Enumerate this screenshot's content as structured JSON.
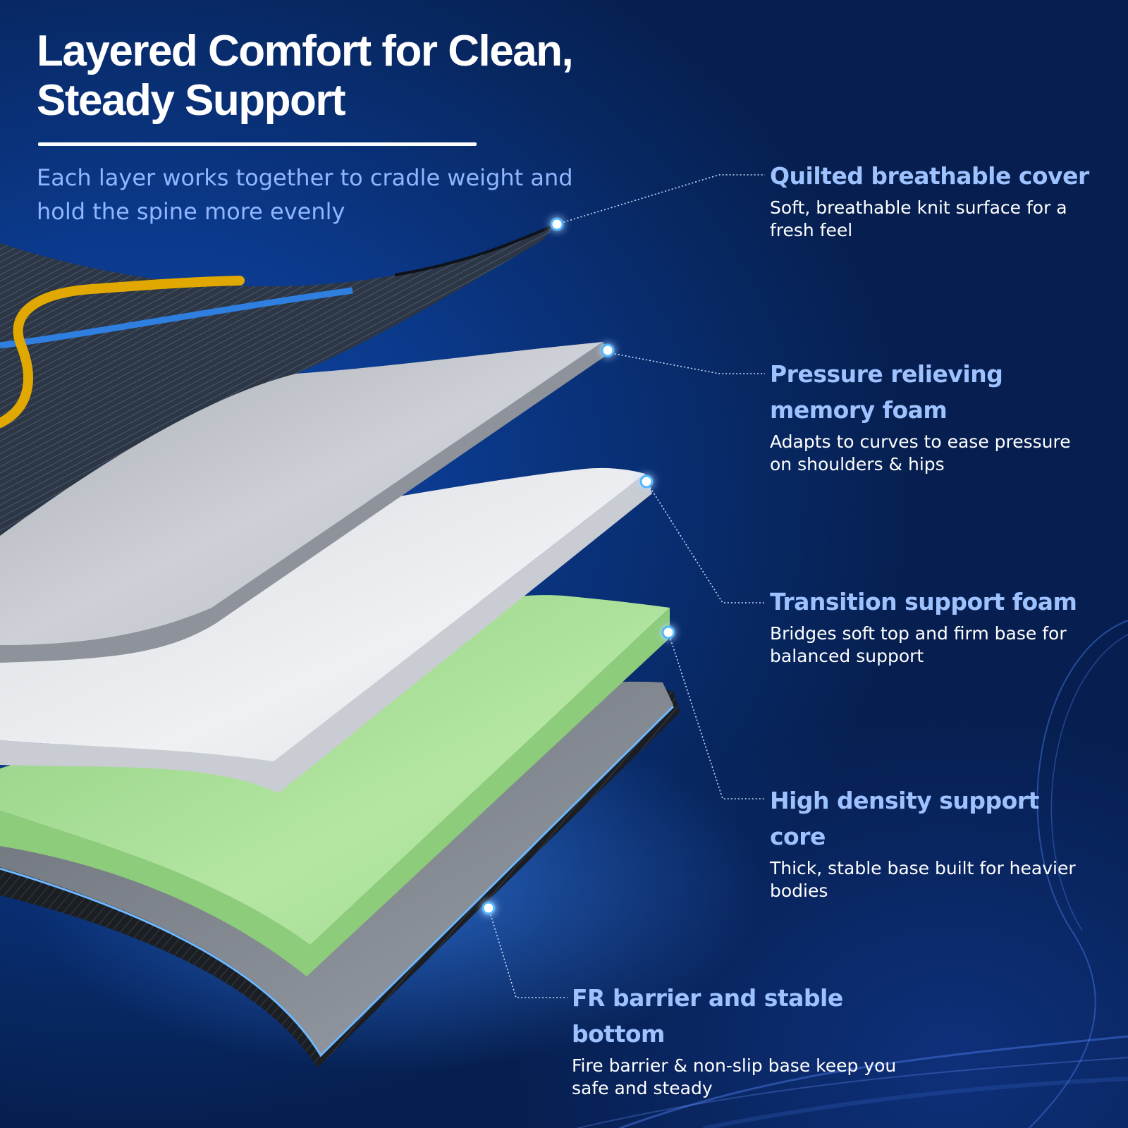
{
  "header": {
    "title_line1": "Layered Comfort for Clean,",
    "title_line2": "Steady Support",
    "subtitle": "Each layer works together to cradle weight and hold the spine more evenly"
  },
  "layers": [
    {
      "title": "Quilted breathable cover",
      "description": "Soft, breathable knit surface for a fresh feel"
    },
    {
      "title": "Pressure relieving memory foam",
      "description": "Adapts to curves to ease pressure on shoulders & hips"
    },
    {
      "title": "Transition support foam",
      "description": "Bridges soft top and firm base for balanced support"
    },
    {
      "title": "High density support core",
      "description": "Thick, stable base built for heavier bodies"
    },
    {
      "title": "FR barrier and stable bottom",
      "description": "Fire barrier & non-slip base keep you safe and steady"
    }
  ],
  "colors": {
    "background": "#0b3a8d",
    "heading_text": "#ffffff",
    "accent_text": "#9ec2ff",
    "cover_fabric": "#2f3a48",
    "cover_stripe_yellow": "#e0a800",
    "cover_stripe_blue": "#2f7fe0",
    "memory_foam": "#c9ccd2",
    "transition_foam": "#e6e8ec",
    "support_core": "#a8e296",
    "bottom_base": "#1e2126"
  }
}
